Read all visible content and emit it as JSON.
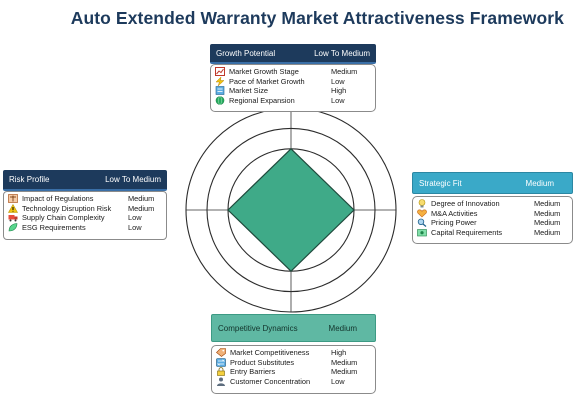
{
  "title": "Auto Extended Warranty Market Attractiveness Framework",
  "colors": {
    "title": "#1d3a5c",
    "header_dark": "#1d3a5c",
    "header_cyan": "#3aa9c8",
    "header_teal": "#5fb8a3",
    "radar_fill": "#3faa88",
    "radar_stroke": "#1f4a3c"
  },
  "panels": {
    "growth": {
      "label": "Growth Potential",
      "rating": "Low To Medium",
      "items": [
        {
          "label": "Market Growth Stage",
          "value": "Medium",
          "icon": "chart-icon"
        },
        {
          "label": "Pace of Market Growth",
          "value": "Low",
          "icon": "lightning-icon"
        },
        {
          "label": "Market Size",
          "value": "High",
          "icon": "document-icon"
        },
        {
          "label": "Regional Expansion",
          "value": "Low",
          "icon": "globe-icon"
        }
      ]
    },
    "risk": {
      "label": "Risk Profile",
      "rating": "Low To Medium",
      "items": [
        {
          "label": "Impact of Regulations",
          "value": "Medium",
          "icon": "scales-icon"
        },
        {
          "label": "Technology Disruption Risk",
          "value": "Medium",
          "icon": "warning-icon"
        },
        {
          "label": "Supply Chain Complexity",
          "value": "Low",
          "icon": "truck-icon"
        },
        {
          "label": "ESG Requirements",
          "value": "Low",
          "icon": "leaf-icon"
        }
      ]
    },
    "strategic": {
      "label": "Strategic Fit",
      "rating": "Medium",
      "items": [
        {
          "label": "Degree of Innovation",
          "value": "Medium",
          "icon": "lightbulb-icon"
        },
        {
          "label": "M&A Activities",
          "value": "Medium",
          "icon": "handshake-icon"
        },
        {
          "label": "Pricing Power",
          "value": "Medium",
          "icon": "magnifier-icon"
        },
        {
          "label": "Capital Requirements",
          "value": "Medium",
          "icon": "money-icon"
        }
      ]
    },
    "competitive": {
      "label": "Competitive Dynamics",
      "rating": "Medium",
      "items": [
        {
          "label": "Market Competitiveness",
          "value": "High",
          "icon": "tag-icon"
        },
        {
          "label": "Product Substitutes",
          "value": "Medium",
          "icon": "swap-icon"
        },
        {
          "label": "Entry Barriers",
          "value": "Medium",
          "icon": "lock-icon"
        },
        {
          "label": "Customer Concentration",
          "value": "Low",
          "icon": "person-icon"
        }
      ]
    }
  },
  "radar": {
    "rings": 5,
    "axis_scores": {
      "growth": 0.6,
      "strategic": 0.6,
      "competitive": 0.6,
      "risk": 0.6
    }
  }
}
